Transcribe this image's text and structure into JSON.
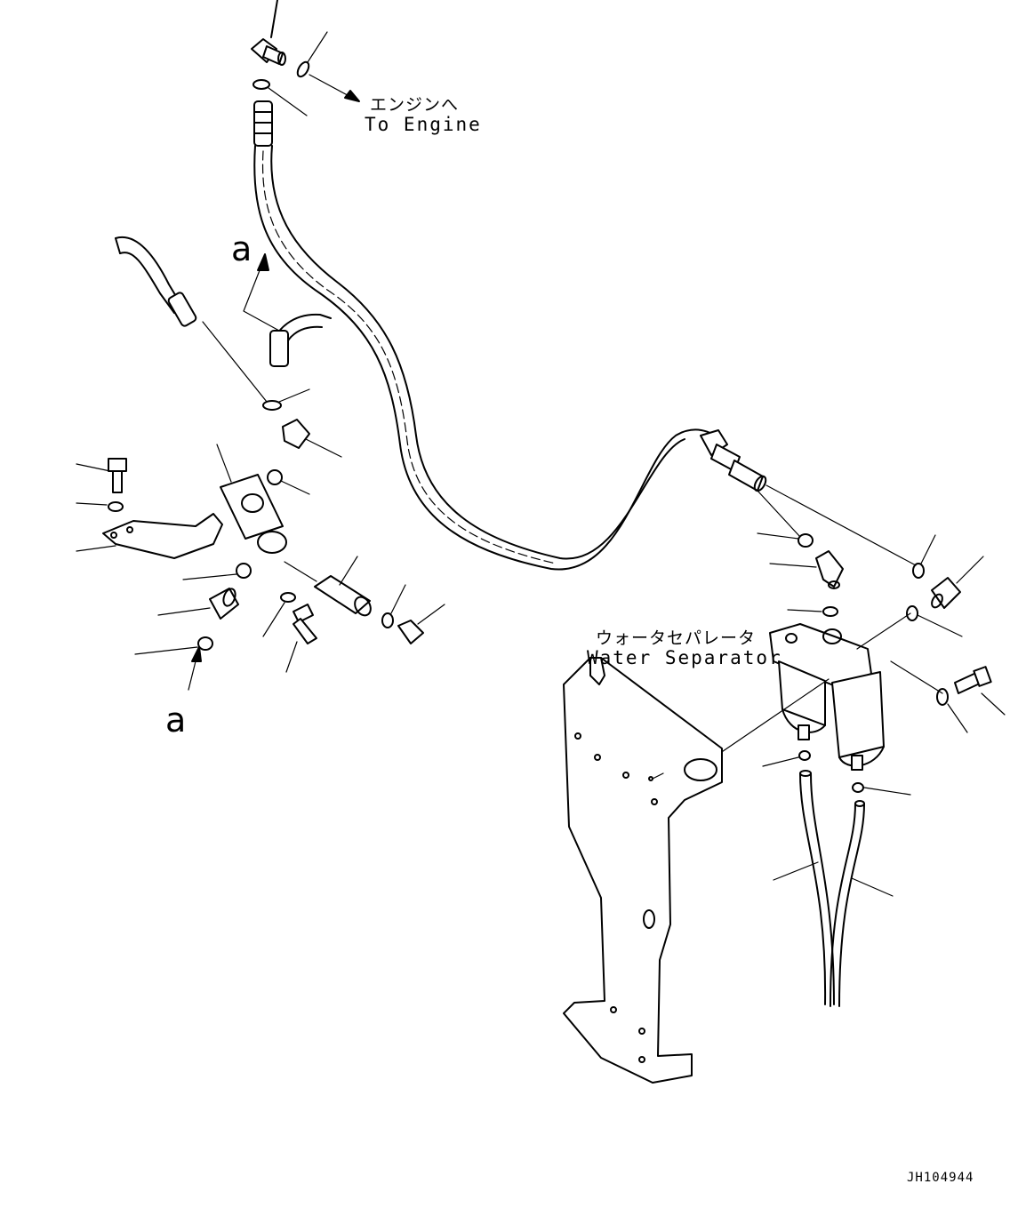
{
  "labels": {
    "to_engine_jp": "エンジンへ",
    "to_engine_en": "To Engine",
    "water_separator_jp": "ウォータセパレータ",
    "water_separator_en": "Water Separator",
    "callout_a": "a",
    "drawing_code": "JH104944"
  }
}
